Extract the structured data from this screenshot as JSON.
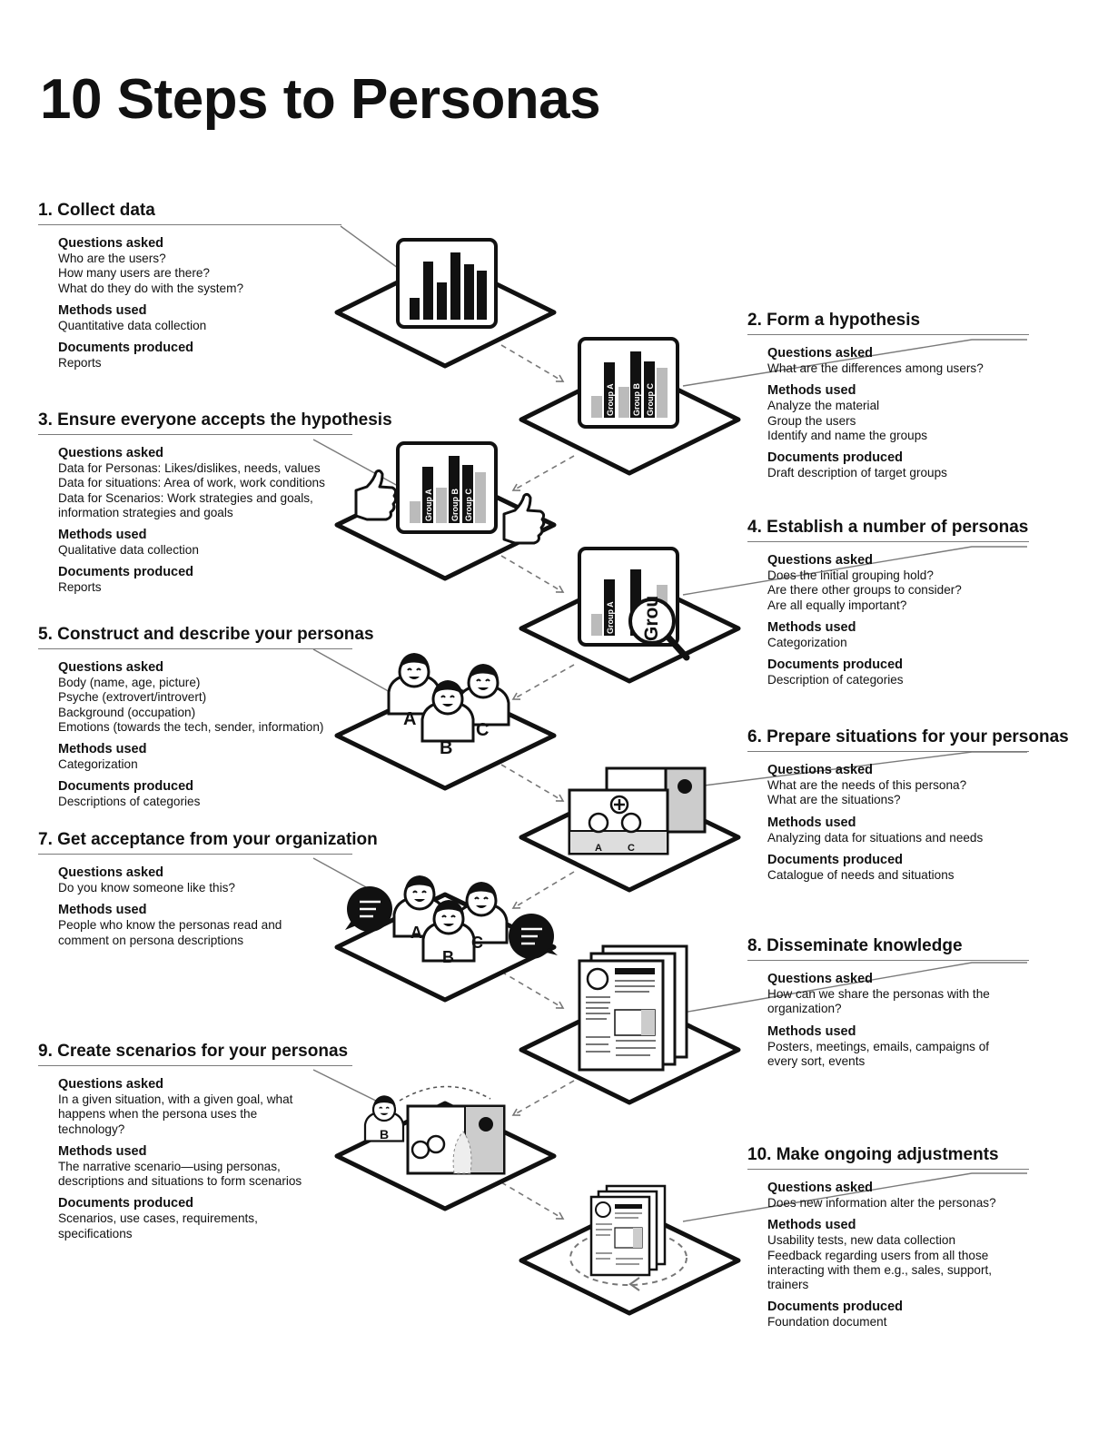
{
  "title": "10 Steps to Personas",
  "labels": {
    "questions": "Questions asked",
    "methods": "Methods used",
    "documents": "Documents produced"
  },
  "icon_text": {
    "group_a": "Group A",
    "group_b": "Group B",
    "group_c": "Group C",
    "grou": "Grou",
    "persona_a": "A",
    "persona_b": "B",
    "persona_c": "C"
  },
  "steps": [
    {
      "title": "1. Collect data",
      "questions": [
        "Who are the users?",
        "How many users are there?",
        "What do they do with the system?"
      ],
      "methods": [
        "Quantitative data collection"
      ],
      "documents": [
        "Reports"
      ]
    },
    {
      "title": "2. Form a hypothesis",
      "questions": [
        "What are the differences among users?"
      ],
      "methods": [
        "Analyze the material",
        "Group the users",
        "Identify and name the groups"
      ],
      "documents": [
        "Draft description of target groups"
      ]
    },
    {
      "title": "3. Ensure everyone accepts the hypothesis",
      "questions": [
        "Data for Personas: Likes/dislikes, needs, values",
        "Data for situations: Area of work, work conditions",
        "Data for Scenarios: Work strategies and goals,",
        "information strategies and goals"
      ],
      "methods": [
        "Qualitative data collection"
      ],
      "documents": [
        "Reports"
      ]
    },
    {
      "title": "4. Establish a number of personas",
      "questions": [
        "Does the initial grouping hold?",
        "Are there other groups to consider?",
        "Are all equally important?"
      ],
      "methods": [
        "Categorization"
      ],
      "documents": [
        "Description of categories"
      ]
    },
    {
      "title": "5. Construct and describe your personas",
      "questions": [
        "Body (name, age, picture)",
        "Psyche (extrovert/introvert)",
        "Background (occupation)",
        "Emotions (towards the tech, sender, information)"
      ],
      "methods": [
        "Categorization"
      ],
      "documents": [
        "Descriptions of categories"
      ]
    },
    {
      "title": "6. Prepare situations for your personas",
      "questions": [
        "What are the needs of this persona?",
        "What are the situations?"
      ],
      "methods": [
        "Analyzing data for situations and needs"
      ],
      "documents": [
        "Catalogue of needs and situations"
      ]
    },
    {
      "title": "7. Get acceptance from your organization",
      "questions": [
        "Do you know someone like this?"
      ],
      "methods": [
        "People who know the personas read and",
        "comment on persona descriptions"
      ],
      "documents": []
    },
    {
      "title": "8. Disseminate knowledge",
      "questions": [
        "How can we share the personas with the",
        "organization?"
      ],
      "methods": [
        "Posters, meetings, emails, campaigns of",
        "every sort, events"
      ],
      "documents": []
    },
    {
      "title": "9. Create scenarios for your personas",
      "questions": [
        "In a given situation, with a given goal, what",
        "happens when the persona uses the",
        "technology?"
      ],
      "methods": [
        "The narrative scenario—using personas,",
        "descriptions and situations to form scenarios"
      ],
      "documents": [
        "Scenarios, use cases, requirements,",
        "specifications"
      ]
    },
    {
      "title": "10. Make ongoing adjustments",
      "questions": [
        "Does new information alter the personas?"
      ],
      "methods": [
        "Usability tests, new data collection",
        "Feedback regarding users from all those",
        "interacting with them e.g., sales, support,",
        "trainers"
      ],
      "documents": [
        "Foundation document"
      ]
    }
  ]
}
